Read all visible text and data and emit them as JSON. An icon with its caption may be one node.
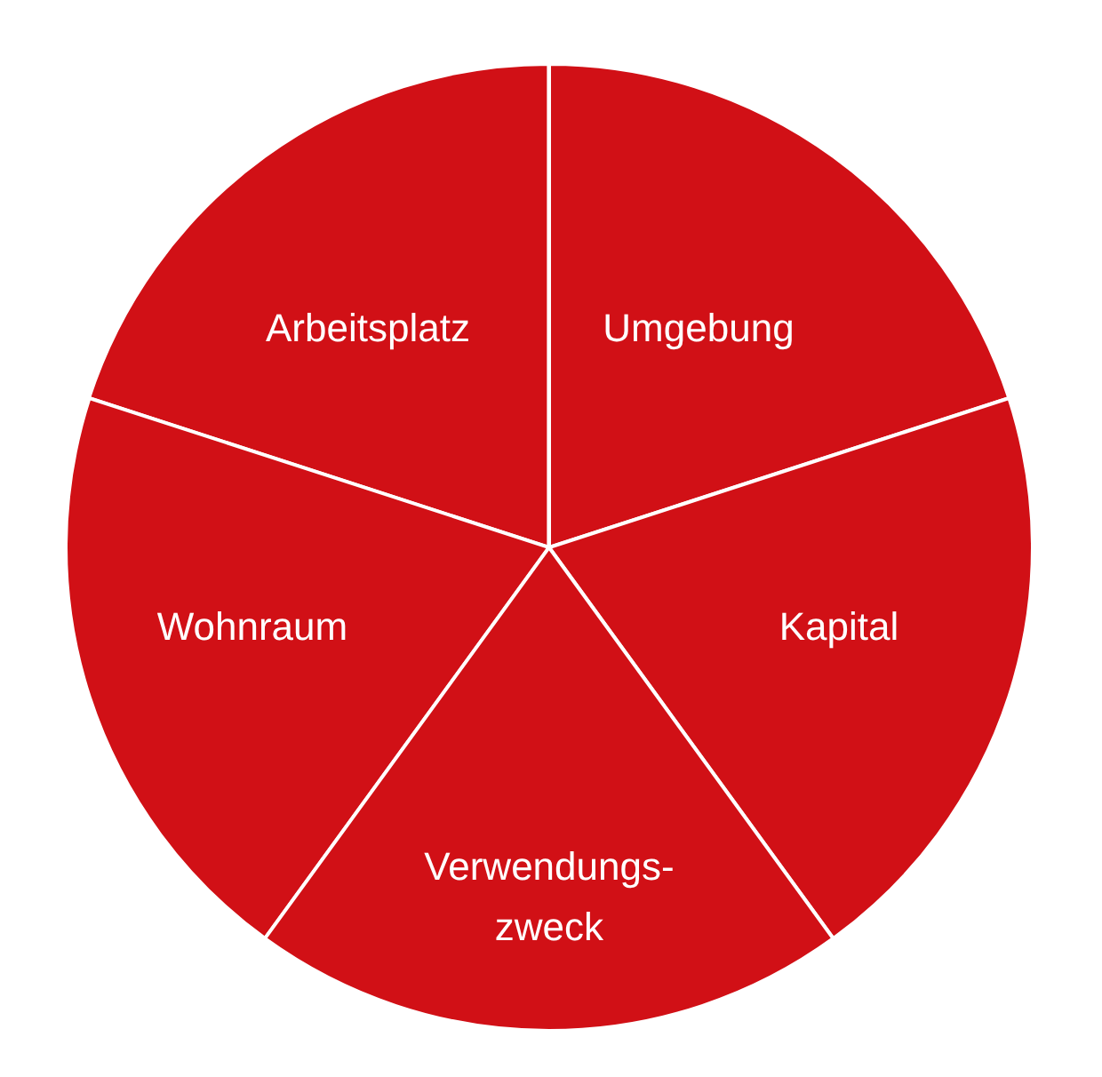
{
  "diagram": {
    "nodes": [
      {
        "text": [
          "Arbeitsplatz"
        ]
      },
      {
        "text": [
          "Umgebung"
        ]
      },
      {
        "text": [
          "Wohnraum"
        ]
      },
      {
        "text": [
          "Kapital"
        ]
      },
      {
        "text": [
          "Verwendungs- zweck"
        ]
      }
    ]
  }
}
